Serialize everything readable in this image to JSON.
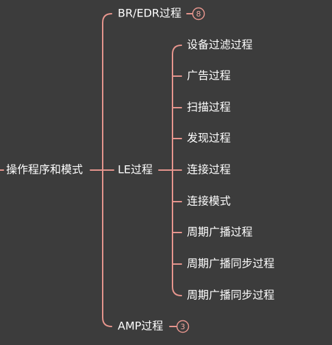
{
  "root": {
    "label": "操作程序和模式"
  },
  "branches": [
    {
      "label": "BR/EDR过程",
      "collapsed_count": "8"
    },
    {
      "label": "LE过程",
      "children": [
        "设备过滤过程",
        "广告过程",
        "扫描过程",
        "发现过程",
        "连接过程",
        "连接模式",
        "周期广播过程",
        "周期广播同步过程",
        "周期广播同步过程"
      ]
    },
    {
      "label": "AMP过程",
      "collapsed_count": "3"
    }
  ],
  "colors": {
    "background": "#3c3c3c",
    "connector": "#e8968e",
    "text": "#ffffff"
  }
}
